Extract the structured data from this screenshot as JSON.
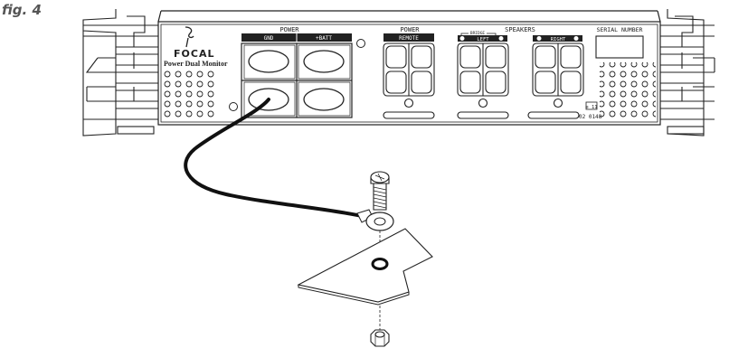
{
  "figure_label": "fig. 4",
  "brand": {
    "name": "FOCAL",
    "model": "Power Dual Monitor"
  },
  "power": {
    "title": "POWER",
    "gnd": "GND",
    "batt": "+BATT"
  },
  "power_remote": {
    "title": "POWER",
    "remote": "REMOTE"
  },
  "speakers": {
    "title": "SPEAKERS",
    "bridge": "BRIDGE",
    "left": "LEFT",
    "right": "RIGHT"
  },
  "serial": {
    "title": "SERIAL NUMBER"
  },
  "marks": {
    "ce": "e 11",
    "code": "02 0148"
  }
}
